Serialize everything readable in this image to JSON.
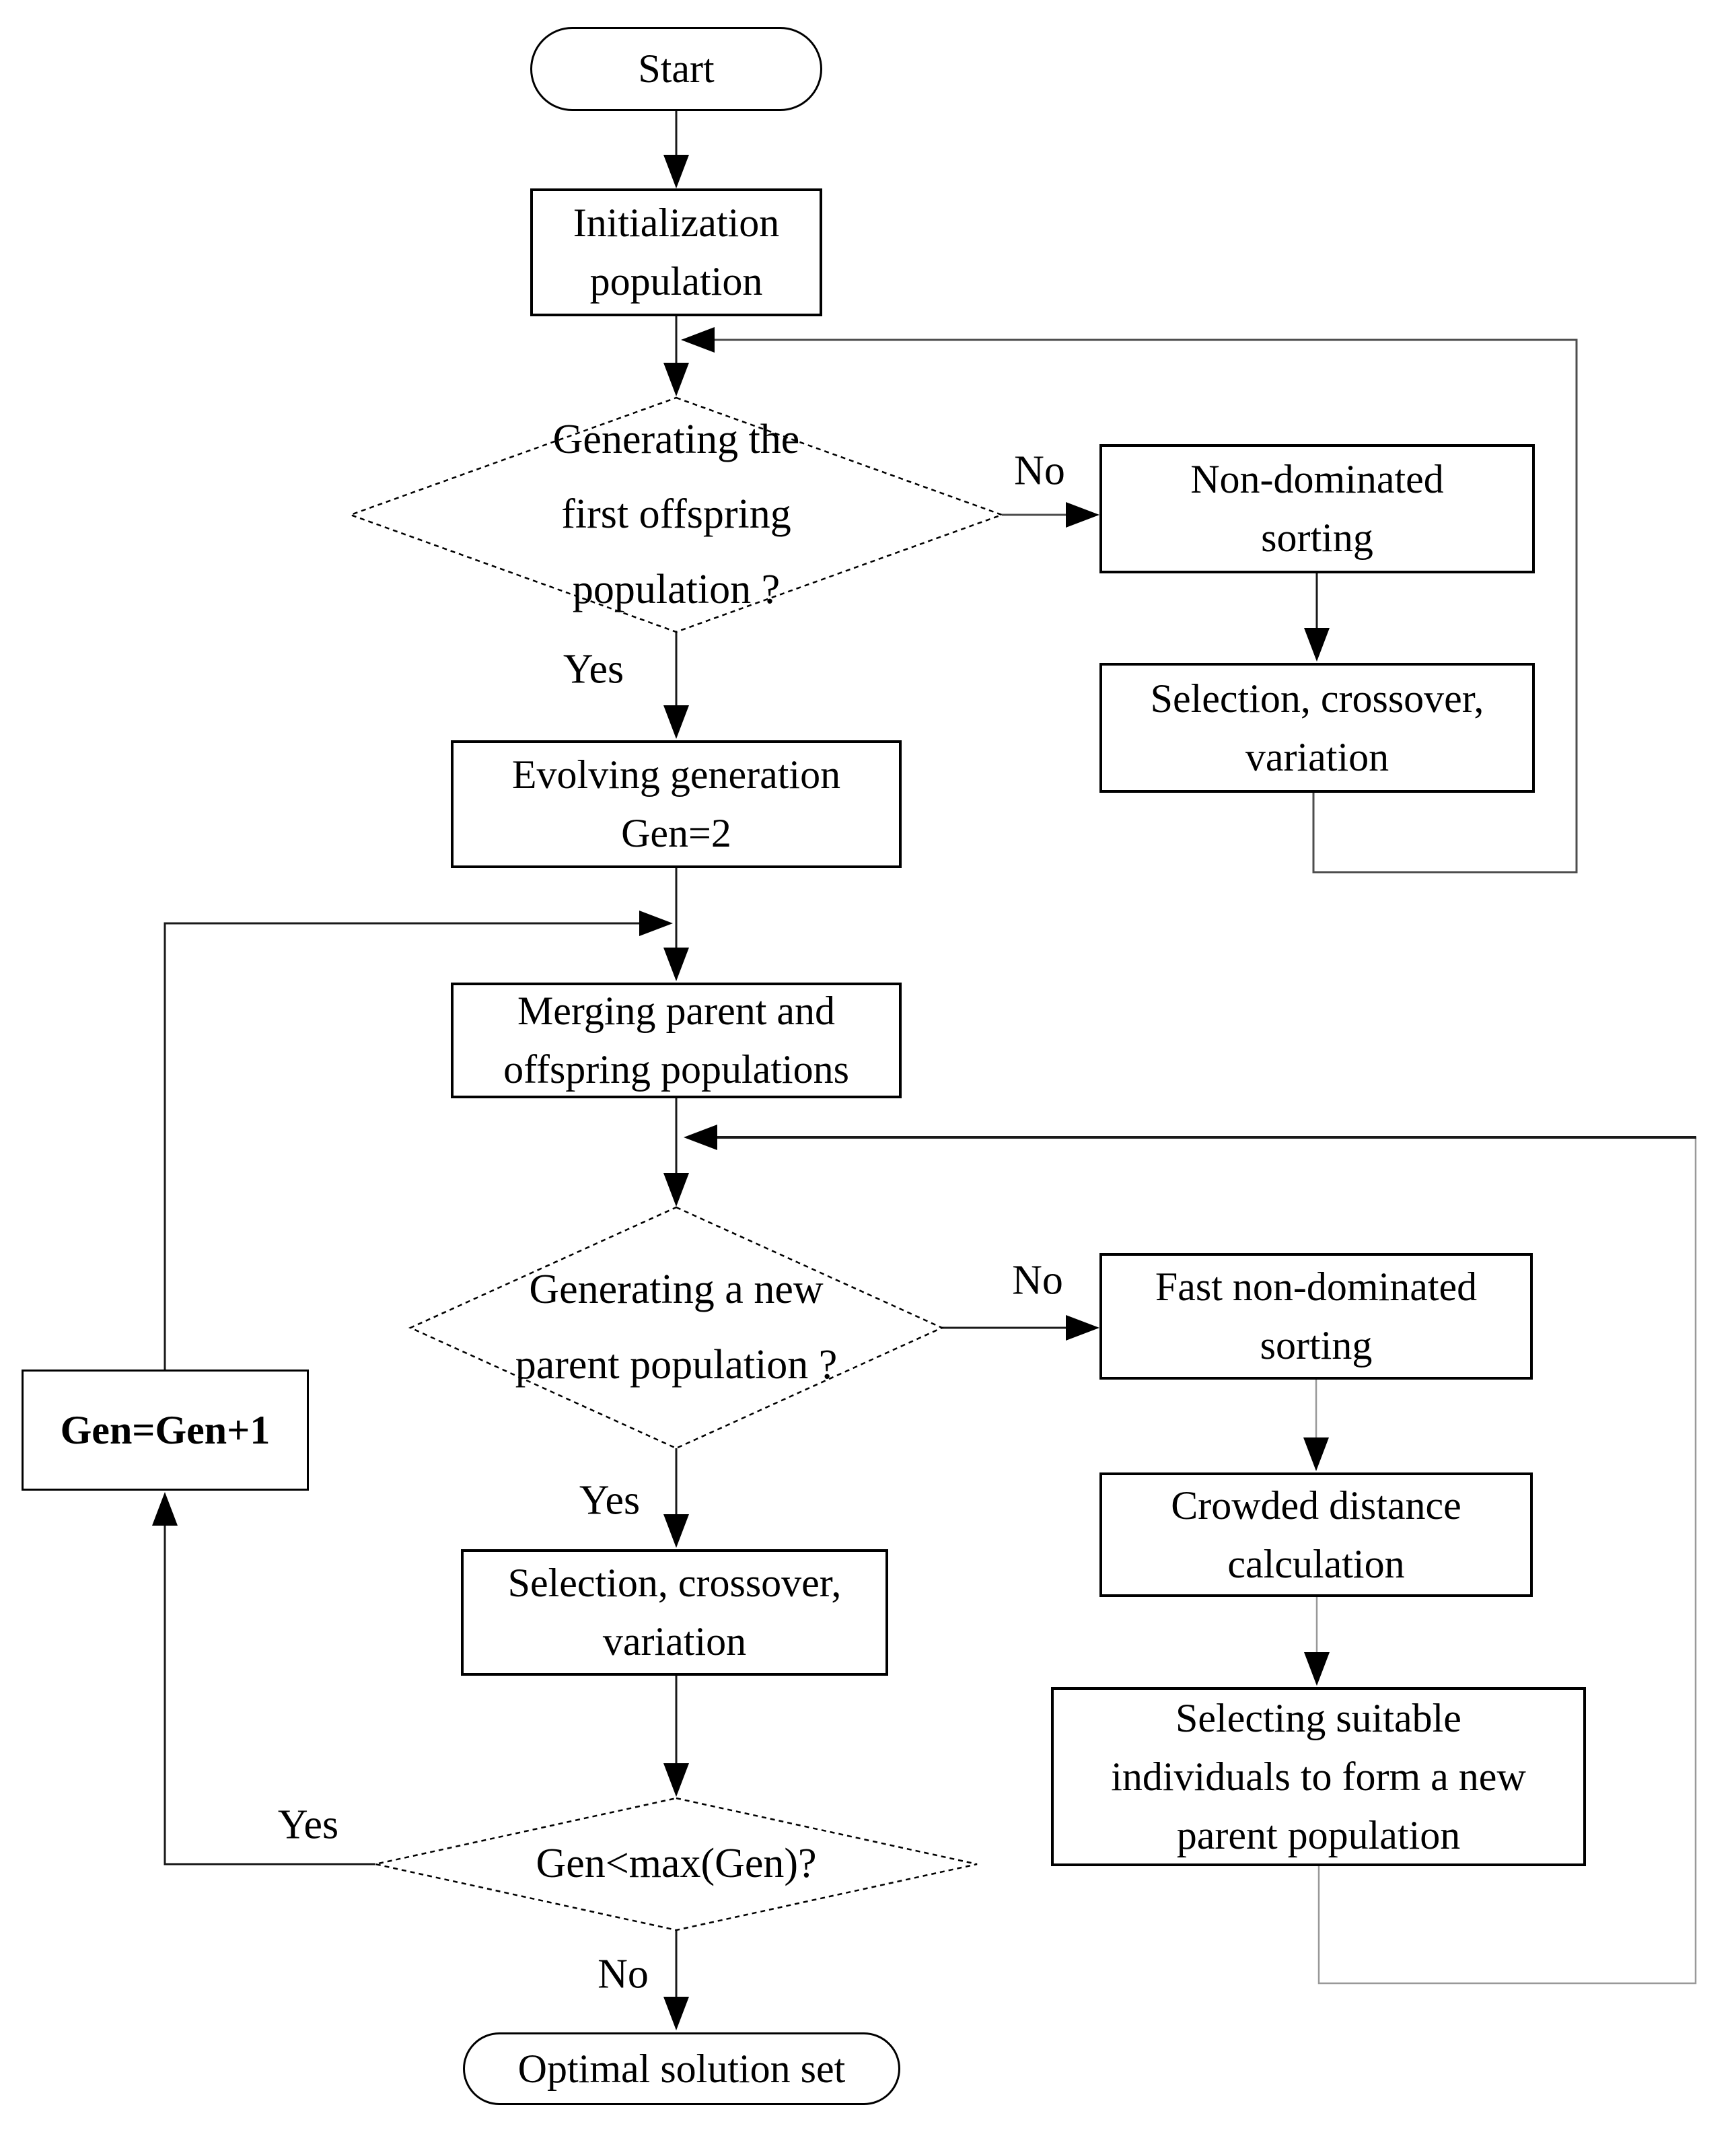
{
  "diagram": {
    "type": "flowchart",
    "colors": {
      "background": "#ffffff",
      "node_border": "#000000",
      "text": "#000000",
      "main_line": "#1a1a1a",
      "loop_line": "#4d4d4d",
      "light_line": "#999999"
    },
    "nodes": {
      "start": {
        "shape": "terminator",
        "label": "Start"
      },
      "init_population": {
        "shape": "process",
        "lines": [
          "Initialization",
          "population"
        ]
      },
      "gen_first_offspring": {
        "shape": "decision",
        "lines": [
          "Generating the",
          "first offspring",
          "population ?"
        ]
      },
      "non_dominated_sorting": {
        "shape": "process",
        "lines": [
          "Non-dominated",
          "sorting"
        ]
      },
      "selection_crossover_1": {
        "shape": "process",
        "lines": [
          "Selection, crossover,",
          "variation"
        ]
      },
      "evolving_generation": {
        "shape": "process",
        "lines": [
          "Evolving generation",
          "Gen=2"
        ]
      },
      "merging_populations": {
        "shape": "process",
        "lines": [
          "Merging parent and",
          "offspring populations"
        ]
      },
      "gen_new_parent": {
        "shape": "decision",
        "lines": [
          "Generating a new",
          "parent population ?"
        ]
      },
      "fast_non_dominated_sorting": {
        "shape": "process",
        "lines": [
          "Fast non-dominated",
          "sorting"
        ]
      },
      "crowded_distance": {
        "shape": "process",
        "lines": [
          "Crowded distance",
          "calculation"
        ]
      },
      "selecting_suitable": {
        "shape": "process",
        "lines": [
          "Selecting suitable",
          "individuals to form a new",
          "parent population"
        ]
      },
      "selection_crossover_2": {
        "shape": "process",
        "lines": [
          "Selection, crossover,",
          "variation"
        ]
      },
      "gen_max_check": {
        "shape": "decision",
        "label": "Gen<max(Gen)?"
      },
      "gen_increment": {
        "shape": "process",
        "label": "Gen=Gen+1"
      },
      "optimal_solution": {
        "shape": "terminator",
        "label": "Optimal solution set"
      }
    },
    "edge_labels": {
      "d1_no": "No",
      "d1_yes": "Yes",
      "d2_no": "No",
      "d2_yes": "Yes",
      "d3_yes": "Yes",
      "d3_no": "No"
    }
  }
}
